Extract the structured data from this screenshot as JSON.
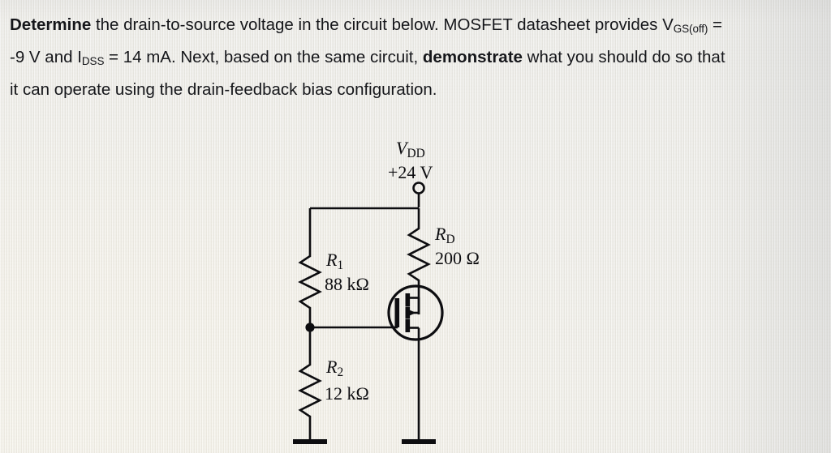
{
  "question": {
    "lines": [
      [
        {
          "t": "Determine",
          "bold": true
        },
        {
          "t": " the drain-to-source voltage in the circuit below. MOSFET datasheet provides V"
        },
        {
          "t": "GS(off)",
          "sub": true
        },
        {
          "t": " ="
        }
      ],
      [
        {
          "t": "-9 V and I"
        },
        {
          "t": "DSS",
          "sub": true
        },
        {
          "t": " = 14 mA. Next, based on the same circuit, "
        },
        {
          "t": "demonstrate",
          "bold": true
        },
        {
          "t": " what you should do so that"
        }
      ],
      [
        {
          "t": "it can operate using the drain-feedback bias configuration."
        }
      ]
    ],
    "plain": "Determine the drain-to-source voltage in the circuit below. MOSFET datasheet provides VGS(off) = -9 V and IDSS = 14 mA. Next, based on the same circuit, demonstrate what you should do so that it can operate using the drain-feedback bias configuration."
  },
  "circuit": {
    "type": "mosfet-voltage-divider-bias",
    "supply": {
      "name": "V",
      "name_sub": "DD",
      "value": "+24 V"
    },
    "components": [
      {
        "id": "RD",
        "name": "R",
        "name_sub": "D",
        "value": "200 Ω",
        "kind": "resistor"
      },
      {
        "id": "R1",
        "name": "R",
        "name_sub": "1",
        "value": "88  kΩ",
        "kind": "resistor"
      },
      {
        "id": "R2",
        "name": "R",
        "name_sub": "2",
        "value": "12 kΩ",
        "kind": "resistor"
      },
      {
        "id": "Q1",
        "name": "",
        "name_sub": "",
        "value": "",
        "kind": "mosfet-depletion-n-channel"
      }
    ],
    "grounds": 2,
    "junction_dots": 2,
    "ink_color": "#0d0d10"
  },
  "given": {
    "vgs_off": "-9 V",
    "idss": "14 mA",
    "vdd": "+24 V",
    "rd": "200 Ω",
    "r1": "88 kΩ",
    "r2": "12 kΩ"
  },
  "colors": {
    "paper_warm": "#f3f1e9",
    "paper_cool": "#e4e5e5",
    "ink": "#0d0d10",
    "text": "#15161a"
  }
}
